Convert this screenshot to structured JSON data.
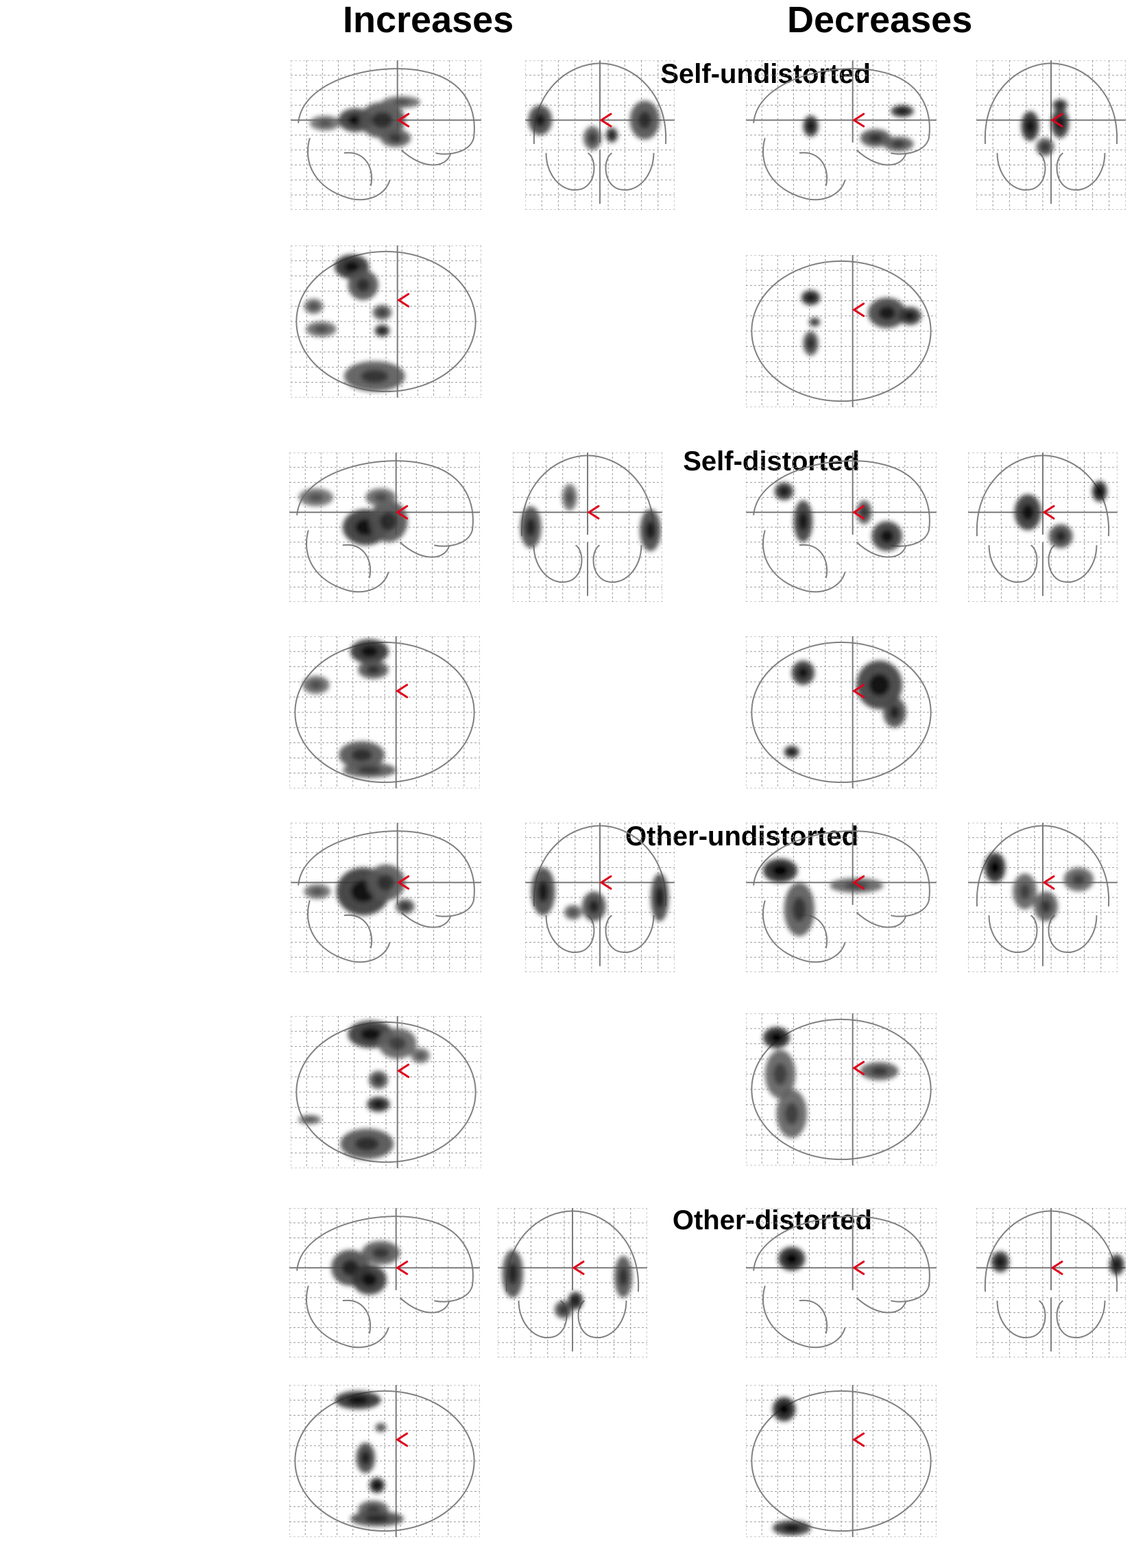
{
  "figure": {
    "columns": [
      {
        "id": "increases",
        "title": "Increases"
      },
      {
        "id": "decreases",
        "title": "Decreases"
      }
    ],
    "rows": [
      {
        "id": "self-undistorted",
        "label": "Self-undistorted"
      },
      {
        "id": "self-distorted",
        "label": "Self-distorted"
      },
      {
        "id": "other-undistorted",
        "label": "Other-undistorted"
      },
      {
        "id": "other-distorted",
        "label": "Other-distorted"
      }
    ],
    "views": [
      "sagittal",
      "coronal",
      "axial"
    ]
  }
}
